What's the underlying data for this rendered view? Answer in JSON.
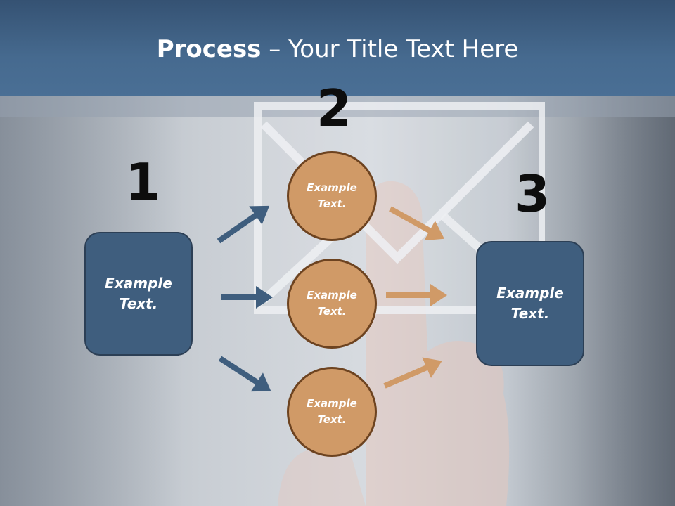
{
  "slide": {
    "title_bold": "Process",
    "title_rest": " – Your Title Text Here"
  },
  "steps": {
    "step1_number": "1",
    "step2_number": "2",
    "step3_number": "3"
  },
  "left_box": {
    "text": "Example\nText."
  },
  "circles": [
    {
      "text": "Example\nText."
    },
    {
      "text": "Example\nText."
    },
    {
      "text": "Example\nText."
    }
  ],
  "right_box": {
    "text": "Example\nText."
  },
  "colors": {
    "header": "#466a8f",
    "box_fill": "#3f5e7e",
    "circle_fill": "#d09a67",
    "circle_border": "#6d4320",
    "blue_arrow": "#3f5e7e",
    "orange_arrow": "#d09a67",
    "number_text": "#0d0d0d"
  }
}
